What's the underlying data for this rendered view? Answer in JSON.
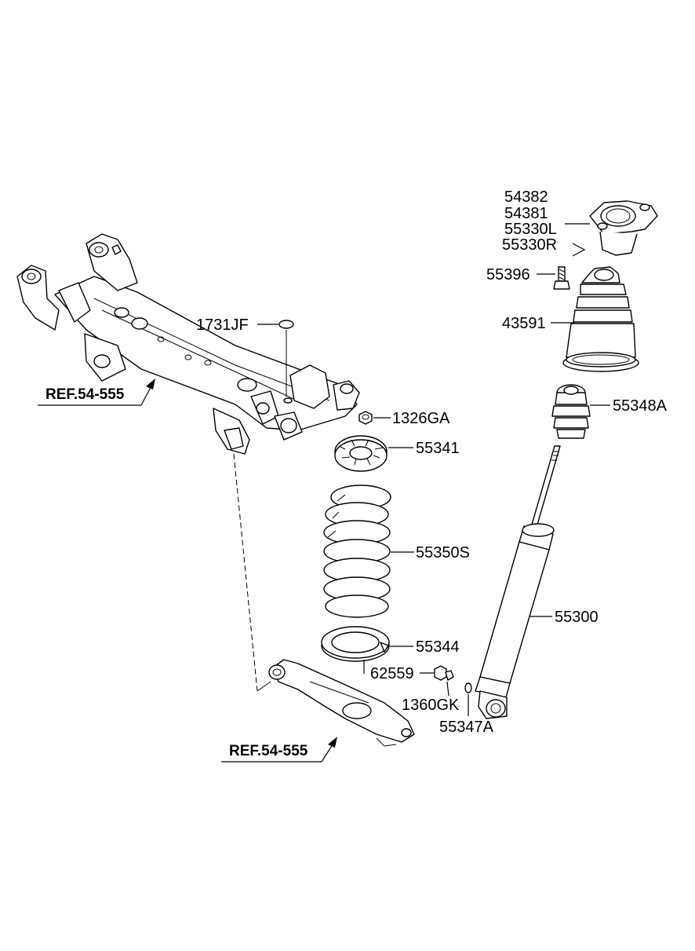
{
  "labels": {
    "p54382": "54382",
    "p54381": "54381",
    "p55330L": "55330L",
    "p55330R": "55330R",
    "p55396": "55396",
    "p43591": "43591",
    "p55348A": "55348A",
    "p1731JF": "1731JF",
    "p1326GA": "1326GA",
    "p55341": "55341",
    "p55350S": "55350S",
    "p55300": "55300",
    "p55344": "55344",
    "p62559": "62559",
    "p1360GK": "1360GK",
    "p55347A": "55347A"
  },
  "references": {
    "crossmember": "REF.54-555",
    "lower_arm": "REF.54-555"
  }
}
